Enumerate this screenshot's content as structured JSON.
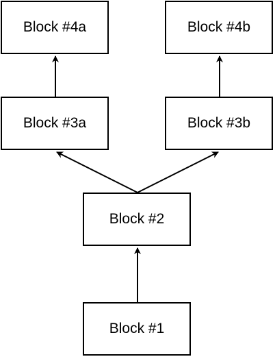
{
  "diagram": {
    "blocks": {
      "block_4a": "Block #4a",
      "block_4b": "Block #4b",
      "block_3a": "Block #3a",
      "block_3b": "Block #3b",
      "block_2": "Block #2",
      "block_1": "Block #1"
    },
    "edges": [
      {
        "from": "block_1",
        "to": "block_2"
      },
      {
        "from": "block_2",
        "to": "block_3a"
      },
      {
        "from": "block_2",
        "to": "block_3b"
      },
      {
        "from": "block_3a",
        "to": "block_4a"
      },
      {
        "from": "block_3b",
        "to": "block_4b"
      }
    ],
    "colors": {
      "stroke": "#000000",
      "fill": "#ffffff",
      "text": "#000000"
    }
  }
}
